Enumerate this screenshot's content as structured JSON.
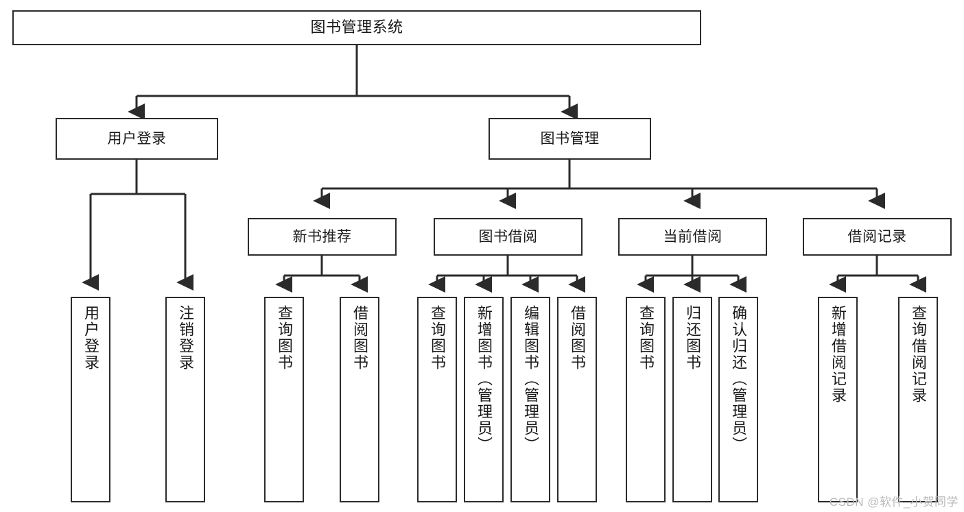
{
  "diagram": {
    "title": "图书管理系统",
    "type": "hierarchy-tree",
    "root": {
      "id": "root",
      "label": "图书管理系统"
    },
    "level1": [
      {
        "id": "user-login",
        "label": "用户登录"
      },
      {
        "id": "book-manage",
        "label": "图书管理"
      }
    ],
    "level2": [
      {
        "id": "new-book-recommend",
        "label": "新书推荐",
        "parent": "book-manage"
      },
      {
        "id": "book-borrow",
        "label": "图书借阅",
        "parent": "book-manage"
      },
      {
        "id": "current-borrow",
        "label": "当前借阅",
        "parent": "book-manage"
      },
      {
        "id": "borrow-record",
        "label": "借阅记录",
        "parent": "book-manage"
      }
    ],
    "leaves": [
      {
        "id": "leaf-user-login",
        "label": "用户登录",
        "parent": "user-login"
      },
      {
        "id": "leaf-logout-login",
        "label": "注销登录",
        "parent": "user-login"
      },
      {
        "id": "leaf-query-book-1",
        "label": "查询图书",
        "parent": "new-book-recommend"
      },
      {
        "id": "leaf-borrow-book-1",
        "label": "借阅图书",
        "parent": "new-book-recommend"
      },
      {
        "id": "leaf-query-book-2",
        "label": "查询图书",
        "parent": "book-borrow"
      },
      {
        "id": "leaf-add-book",
        "label": "新增图书（管理员）",
        "parent": "book-borrow"
      },
      {
        "id": "leaf-edit-book",
        "label": "编辑图书（管理员）",
        "parent": "book-borrow"
      },
      {
        "id": "leaf-borrow-book-2",
        "label": "借阅图书",
        "parent": "book-borrow"
      },
      {
        "id": "leaf-query-book-3",
        "label": "查询图书",
        "parent": "current-borrow"
      },
      {
        "id": "leaf-return-book",
        "label": "归还图书",
        "parent": "current-borrow"
      },
      {
        "id": "leaf-confirm-return",
        "label": "确认归还（管理员）",
        "parent": "current-borrow"
      },
      {
        "id": "leaf-add-record",
        "label": "新增借阅记录",
        "parent": "borrow-record"
      },
      {
        "id": "leaf-query-record",
        "label": "查询借阅记录",
        "parent": "borrow-record"
      }
    ],
    "watermark": "CSDN @软件_小贺同学",
    "colors": {
      "stroke": "#2b2b2b",
      "background": "#ffffff",
      "text": "#1a1a1a",
      "watermark": "#b9b9b9"
    }
  }
}
